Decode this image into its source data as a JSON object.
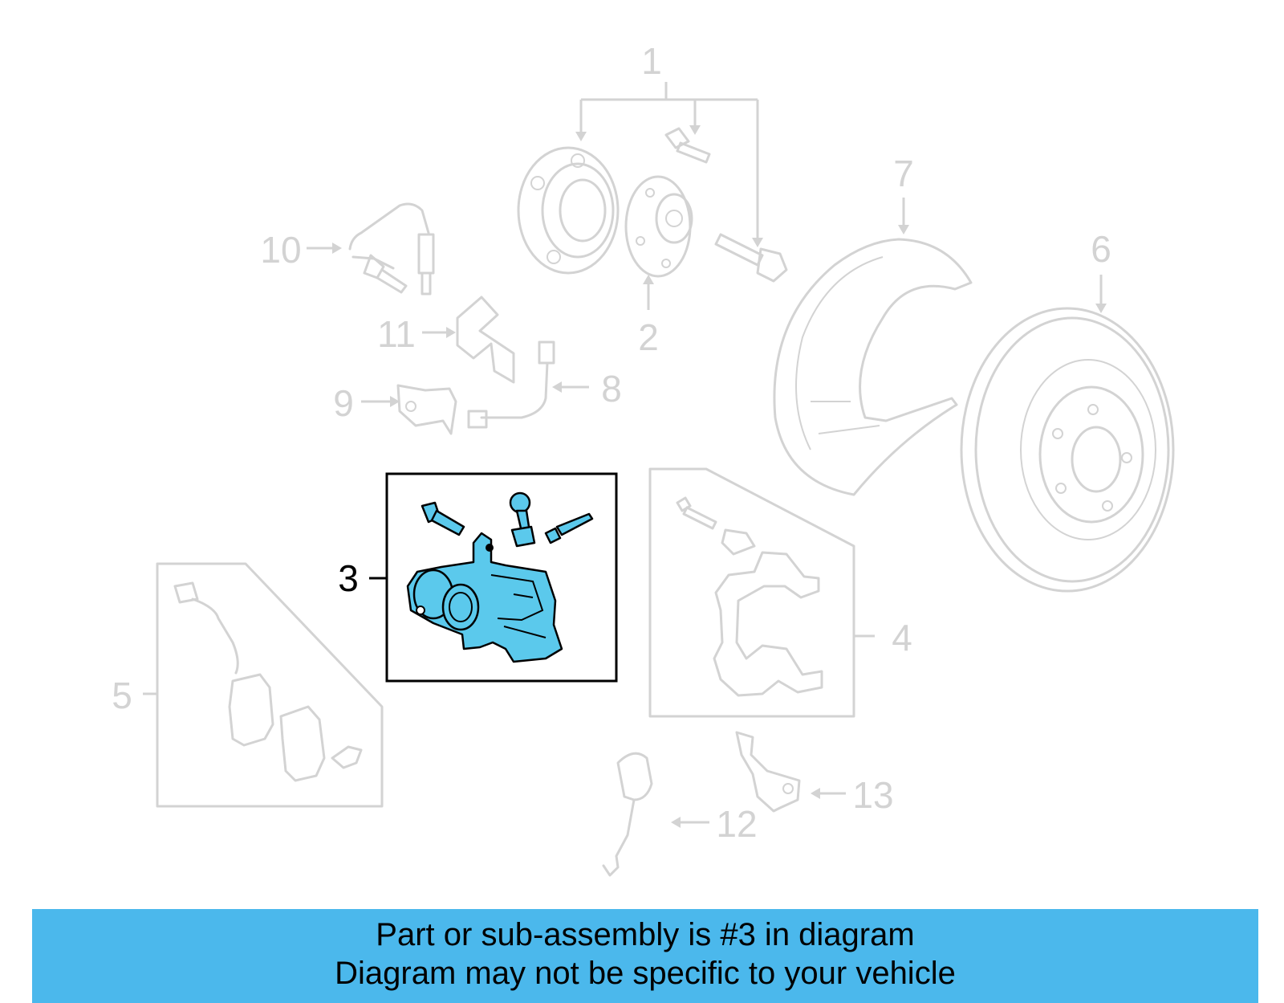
{
  "diagram": {
    "callouts": {
      "c1": "1",
      "c2": "2",
      "c3": "3",
      "c4": "4",
      "c5": "5",
      "c6": "6",
      "c7": "7",
      "c8": "8",
      "c9": "9",
      "c10": "10",
      "c11": "11",
      "c12": "12",
      "c13": "13"
    },
    "highlighted_part": "3",
    "colors": {
      "highlight": "#5bc9ec",
      "ghost": "#d3d3d3",
      "banner": "#4bb8ec"
    }
  },
  "banner": {
    "line1": "Part or sub-assembly is #3 in diagram",
    "line2": "Diagram may not be specific to your vehicle"
  }
}
